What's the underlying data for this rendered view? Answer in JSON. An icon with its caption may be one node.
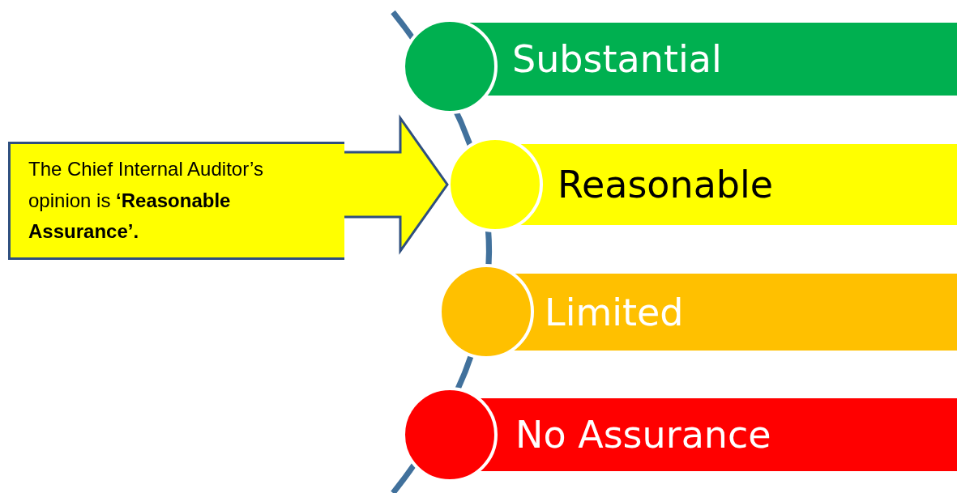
{
  "diagram": {
    "nodes": [
      {
        "text": [
          "The Chief Internal Auditor’s opinion is **‘Reasonable Assurance’.**"
        ]
      },
      {
        "text": [
          "Substantial"
        ]
      },
      {
        "text": [
          "Reasonable"
        ]
      },
      {
        "text": [
          "Limited"
        ]
      },
      {
        "text": [
          "No Assurance"
        ]
      }
    ],
    "edges": [
      {
        "from": 0,
        "to": 2,
        "arrow": "to",
        "style": "thick"
      }
    ]
  }
}
